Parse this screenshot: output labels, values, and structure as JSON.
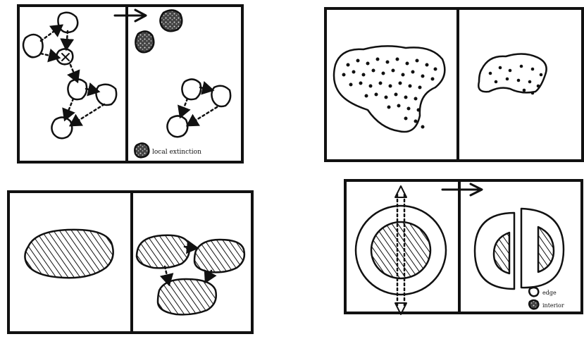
{
  "panels": {
    "top_left": {
      "right_label": "local extinction"
    },
    "bottom_right": {
      "legend": [
        {
          "label": "edge"
        },
        {
          "label": "interior"
        }
      ]
    }
  }
}
